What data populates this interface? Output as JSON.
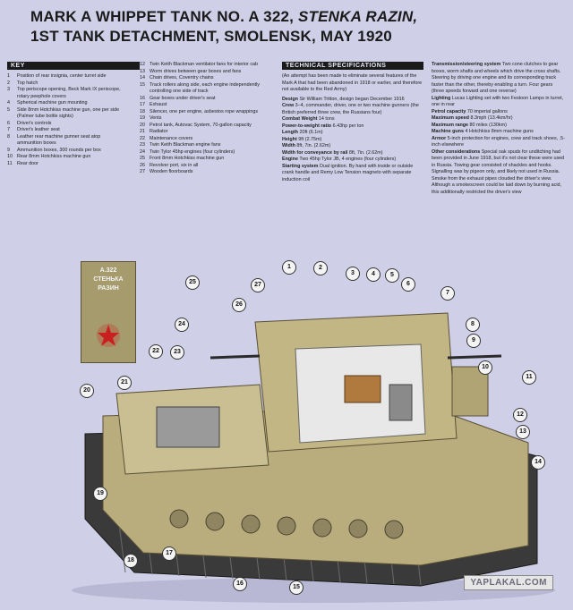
{
  "title": {
    "line1_a": "MARK A WHIPPET TANK NO. A 322, ",
    "line1_b": "STENKA RAZIN,",
    "line2": "1ST TANK DETACHMENT, SMOLENSK, MAY 1920"
  },
  "key": {
    "header": "KEY",
    "items_left": [
      {
        "n": "1",
        "t": "Position of rear insignia, center turret side"
      },
      {
        "n": "2",
        "t": "Top hatch"
      },
      {
        "n": "3",
        "t": "Top periscope opening, Beck Mark IX periscope,"
      },
      {
        "n": "",
        "t": "rotary peephole covers"
      },
      {
        "n": "4",
        "t": "Spherical machine gun mounting"
      },
      {
        "n": "5",
        "t": "Side 8mm Hotchkiss machine gun, one per side"
      },
      {
        "n": "",
        "t": "(Palmer tube bottle sights)"
      },
      {
        "n": "6",
        "t": "Driver's controls"
      },
      {
        "n": "7",
        "t": "Driver's leather seat"
      },
      {
        "n": "8",
        "t": "Leather rear machine gunner seat atop"
      },
      {
        "n": "",
        "t": "ammunition boxes"
      },
      {
        "n": "9",
        "t": "Ammunition boxes, 300 rounds per box"
      },
      {
        "n": "10",
        "t": "Rear 8mm Hotchkiss machine gun"
      },
      {
        "n": "11",
        "t": "Rear door"
      }
    ],
    "items_right": [
      {
        "n": "12",
        "t": "Twin Keith Blackman ventilator fans for interior cab"
      },
      {
        "n": "13",
        "t": "Worm drives between gear boxes and fans"
      },
      {
        "n": "14",
        "t": "Chain drives, Coventry chains"
      },
      {
        "n": "15",
        "t": "Track rollers along side, each engine independently"
      },
      {
        "n": "",
        "t": "controlling one side of track"
      },
      {
        "n": "16",
        "t": "Gear boxes under driver's seat"
      },
      {
        "n": "17",
        "t": "Exhaust"
      },
      {
        "n": "18",
        "t": "Silencer, one per engine, asbestos rope wrappings"
      },
      {
        "n": "19",
        "t": "Vents"
      },
      {
        "n": "20",
        "t": "Petrol tank, Autovac System, 70-gallon capacity"
      },
      {
        "n": "21",
        "t": "Radiator"
      },
      {
        "n": "22",
        "t": "Maintenance covers"
      },
      {
        "n": "23",
        "t": "Twin Keith Blackman engine fans"
      },
      {
        "n": "24",
        "t": "Twin Tylor 45hp engines (four cylinders)"
      },
      {
        "n": "25",
        "t": "Front 8mm Hotchkiss machine gun"
      },
      {
        "n": "26",
        "t": "Revolver port, six in all"
      },
      {
        "n": "27",
        "t": "Wooden floorboards"
      }
    ]
  },
  "specs": {
    "header": "TECHNICAL SPECIFICATIONS",
    "intro": "(An attempt has been made to eliminate several features of the Mark A that had been abandoned in 1918 or earlier, and therefore not available to the Red Army)",
    "rows": [
      {
        "k": "Design",
        "v": "Sir William Tritton, design began December 1916"
      },
      {
        "k": "Crew",
        "v": "3–4, commander, driver, one or two machine gunners (the British preferred three crew, the Russians four)"
      },
      {
        "k": "Combat Weight",
        "v": "14 tons"
      },
      {
        "k": "Power-to-weight ratio",
        "v": "6.43hp per ton"
      },
      {
        "k": "Length",
        "v": "20ft (6.1m)"
      },
      {
        "k": "Height",
        "v": "9ft (2.75m)"
      },
      {
        "k": "Width",
        "v": "8ft, 7in. (2.62m)"
      },
      {
        "k": "Width for conveyance by rail",
        "v": "8ft, 7in. (2.62m)"
      },
      {
        "k": "Engine",
        "v": "Two 45hp Tylor JB, 4 engines (four cylinders)"
      },
      {
        "k": "Starting system",
        "v": "Dual ignition. By hand with inside or outside crank handle and Remy Low Tension magneto with separate induction coil"
      }
    ],
    "rows_right": [
      {
        "k": "Transmission/steering system",
        "v": "Two cone clutches to gear boxes, worm shafts and wheels which drive the cross shafts. Steering by driving one engine and its corresponding track faster than the other, thereby enabling a turn. Four gears (three speeds forward and one reverse)"
      },
      {
        "k": "Lighting",
        "v": "Lucas Lighting set with two Festoon Lamps in turret, one in rear"
      },
      {
        "k": "Petrol capacity",
        "v": "70 imperial gallons"
      },
      {
        "k": "Maximum speed",
        "v": "8.3mph (13.4km/hr)"
      },
      {
        "k": "Maximum range",
        "v": "80 miles (130km)"
      },
      {
        "k": "Machine guns",
        "v": "4 Hotchkiss 8mm machine guns"
      },
      {
        "k": "Armor",
        "v": "5-inch protection for engines, crew and track shoes, .5-inch elsewhere"
      },
      {
        "k": "Other considerations",
        "v": "Special oak spuds for unditching had been provided in June 1918, but it's not clear these were used in Russia. Towing gear consisted of shackles and hooks. Signalling was by pigeon only, and likely not used in Russia. Smoke from the exhaust pipes clouded the driver's view. Although a smokescreen could be laid down by burning acid, this additionally restricted the driver's view"
      }
    ]
  },
  "plate": {
    "line1": "A.322",
    "line2": "СТЕНЬКА",
    "line3": "РАЗИН"
  },
  "callouts": [
    "1",
    "2",
    "3",
    "4",
    "5",
    "6",
    "7",
    "8",
    "9",
    "10",
    "11",
    "12",
    "13",
    "14",
    "15",
    "16",
    "17",
    "18",
    "19",
    "20",
    "21",
    "22",
    "23",
    "24",
    "25",
    "26",
    "27"
  ],
  "watermark": "YAPLAKAL.COM",
  "colors": {
    "background": "#cfcfe8",
    "hull": "#b9ad7e",
    "track": "#3a3a3a",
    "interior": "#e8e8e8",
    "star": "#c8201e"
  }
}
